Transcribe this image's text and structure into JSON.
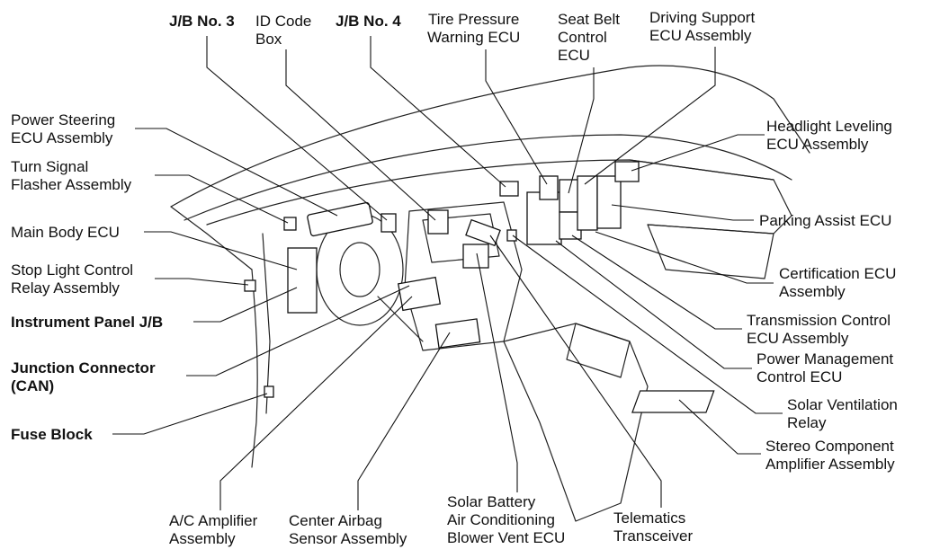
{
  "labels": {
    "jb3": "J/B No. 3",
    "id_code_box": "ID Code\nBox",
    "jb4": "J/B No. 4",
    "tire_pressure": "Tire Pressure\nWarning ECU",
    "seat_belt": "Seat Belt\nControl\nECU",
    "driving_support": "Driving Support\nECU Assembly",
    "power_steering": "Power Steering\nECU Assembly",
    "turn_signal": "Turn Signal\nFlasher Assembly",
    "main_body": "Main Body ECU",
    "stop_light": "Stop Light Control\nRelay Assembly",
    "instrument_panel_jb": "Instrument Panel J/B",
    "junction_connector": "Junction Connector\n(CAN)",
    "fuse_block": "Fuse Block",
    "headlight_leveling": "Headlight Leveling\nECU Assembly",
    "parking_assist": "Parking Assist ECU",
    "certification": "Certification ECU\nAssembly",
    "transmission": "Transmission Control\nECU Assembly",
    "power_management": "Power Management\nControl ECU",
    "solar_ventilation": "Solar Ventilation\nRelay",
    "stereo_amp": "Stereo Component\nAmplifier Assembly",
    "ac_amplifier": "A/C Amplifier\nAssembly",
    "center_airbag": "Center Airbag\nSensor Assembly",
    "solar_battery": "Solar Battery\nAir Conditioning\nBlower Vent ECU",
    "telematics": "Telematics\nTransceiver"
  }
}
